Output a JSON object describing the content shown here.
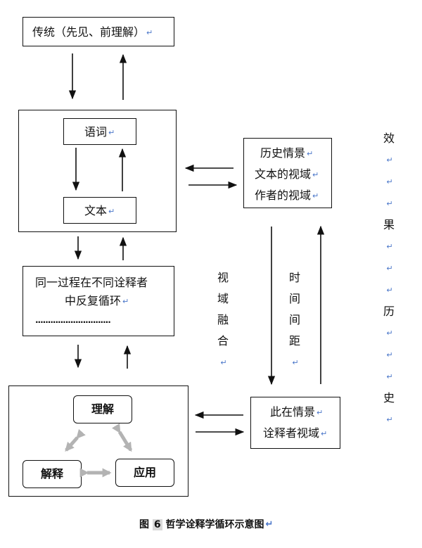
{
  "mark": "↵",
  "tradition": "传统（先见、前理解）",
  "yuci": "语词",
  "wenben": "文本",
  "process_line1": "同一过程在不同诠释者",
  "process_line2": "中反复循环",
  "process_dots": "······························",
  "history_box": [
    "历史情景",
    "文本的视域",
    "作者的视域"
  ],
  "present_box": [
    "此在情景",
    "诠释者视域"
  ],
  "fusion_label": [
    "视",
    "域",
    "融",
    "合"
  ],
  "distance_label": [
    "时",
    "间",
    "间",
    "距"
  ],
  "effect_label": [
    "效",
    "",
    "",
    "果",
    "",
    "",
    "历",
    "",
    "",
    "史"
  ],
  "understand": "理解",
  "interpret": "解释",
  "apply": "应用",
  "caption_prefix": "图",
  "caption_number": "6",
  "caption_text": "哲学诠释学循环示意图",
  "colors": {
    "mark": "#4a76c9",
    "tri_arrow": "#b3b3b3"
  }
}
